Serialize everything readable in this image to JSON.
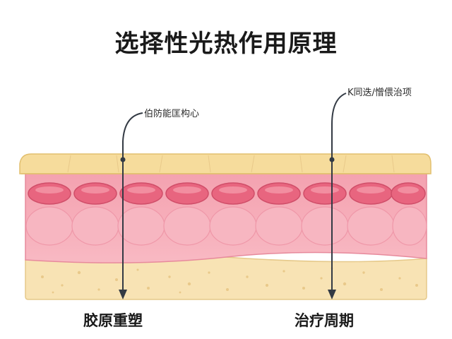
{
  "title": "选择性光热作用原理",
  "callouts": {
    "left": "伯防能匡构心",
    "right": "K同迭/憎偎治项"
  },
  "bottom_labels": {
    "left": "胶原重塑",
    "right": "治疗周期"
  },
  "colors": {
    "epidermis": "#f6dc9c",
    "dermis": "#f6a9b6",
    "cells": "#e8657f",
    "subcutis": "#f8e3b4",
    "arrow": "#333a44"
  }
}
